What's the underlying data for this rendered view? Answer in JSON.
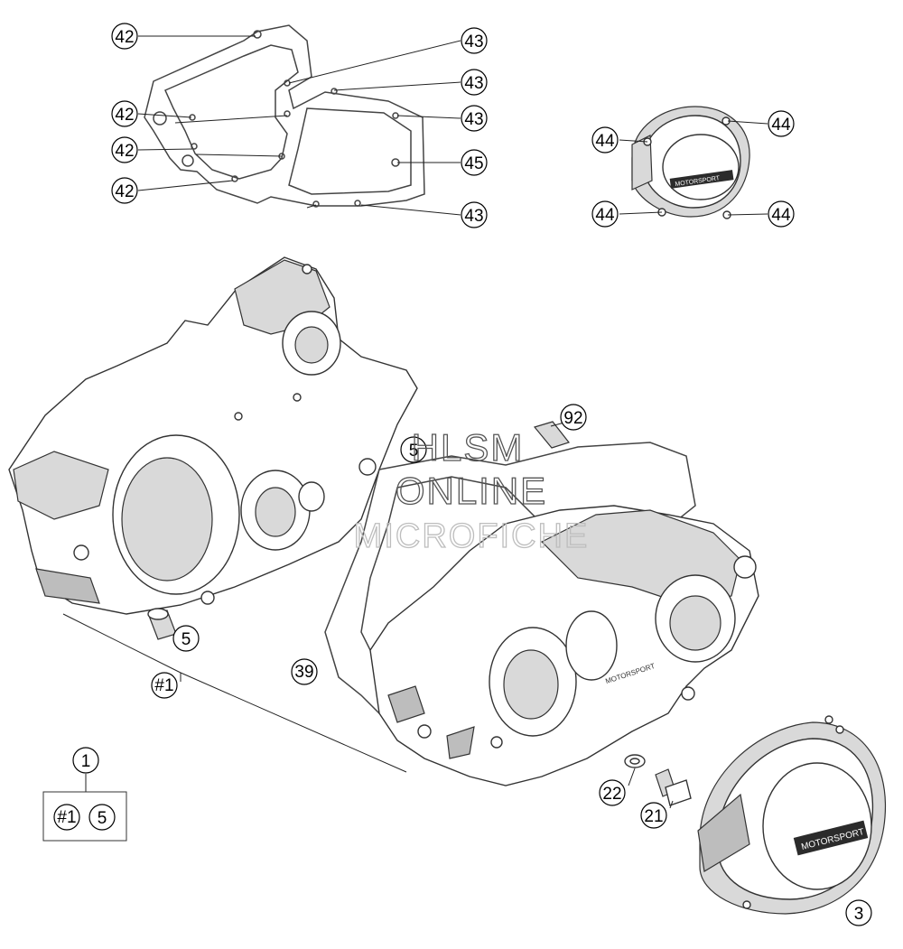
{
  "callouts": {
    "c42a": "42",
    "c42b": "42",
    "c42c": "42",
    "c42d": "42",
    "c43a": "43",
    "c43b": "43",
    "c43c": "43",
    "c43d": "43",
    "c45": "45",
    "c44a": "44",
    "c44b": "44",
    "c44c": "44",
    "c44d": "44",
    "c92": "92",
    "c5a": "5",
    "c5b": "5",
    "c39": "39",
    "c1h": "#1",
    "c22": "22",
    "c21": "21",
    "c3": "3",
    "c1": "1",
    "kit_h1": "#1",
    "kit_5": "5"
  },
  "cover_badges": {
    "small": "MOTORSPORT",
    "large": "MOTORSPORT"
  },
  "case_marking": "MOTORSPORT",
  "watermark": {
    "line1": "HLSM",
    "line2": "ONLINE",
    "line3": "MICROFICHE"
  }
}
